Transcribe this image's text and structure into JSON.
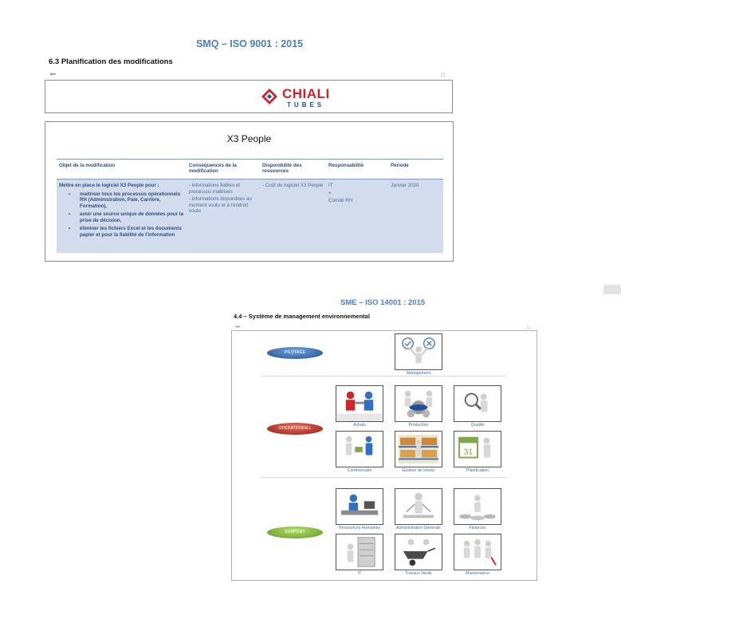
{
  "smq": {
    "title": "SMQ – ISO 9001 : 2015",
    "section": "6.3 Planification des modifications",
    "logo": {
      "name": "CHIALI",
      "sub": "TUBES"
    },
    "x3": {
      "title": "X3 People",
      "headers": [
        "Objet de la modification",
        "Conséquences de la modification",
        "Disponibilité des ressources",
        "Responsabilité",
        "Période"
      ],
      "objet_intro": "Mettre en place le logiciel X3 People pour :",
      "objet_bullets": [
        "maitriser tous les processus opérationnels RH (Administration, Paie, Carrière, Formation),",
        "avoir une source unique de données pour la prise de décision,",
        "éliminer les fichiers Excel et les documents papier et pour la fiabilité de l'information"
      ],
      "consequences": [
        "- informations fiables et processus maitrisés",
        "- informations disponibles au moment voulu et à l'endroit voulu"
      ],
      "ressources": "- Coût du logiciel X3 People",
      "responsabilite": [
        "IT",
        "+",
        "Comité RH"
      ],
      "periode": "Janvier 2020"
    }
  },
  "sme": {
    "title": "SME – ISO 14001 : 2015",
    "section": "4.4 – Système de management environnemental",
    "groups": {
      "pilotage": "PILOTAGE",
      "operationnel": "OPERATIONNEL",
      "support": "SUPPORT"
    },
    "processes": {
      "management": "Management",
      "achats": "Achats",
      "production": "Production",
      "qualite": "Qualité",
      "commerciale": "Commerciale",
      "gestion_stocks": "Gestion de stocks",
      "planification": "Planification",
      "rh": "Ressources Humaines",
      "admin": "Administration Générale",
      "finances": "Finances",
      "it": "IT",
      "travaux": "Travaux Neufs",
      "maintenance": "Maintenance"
    }
  },
  "icons": {
    "back": "arrow-left-icon",
    "home": "home-icon"
  }
}
